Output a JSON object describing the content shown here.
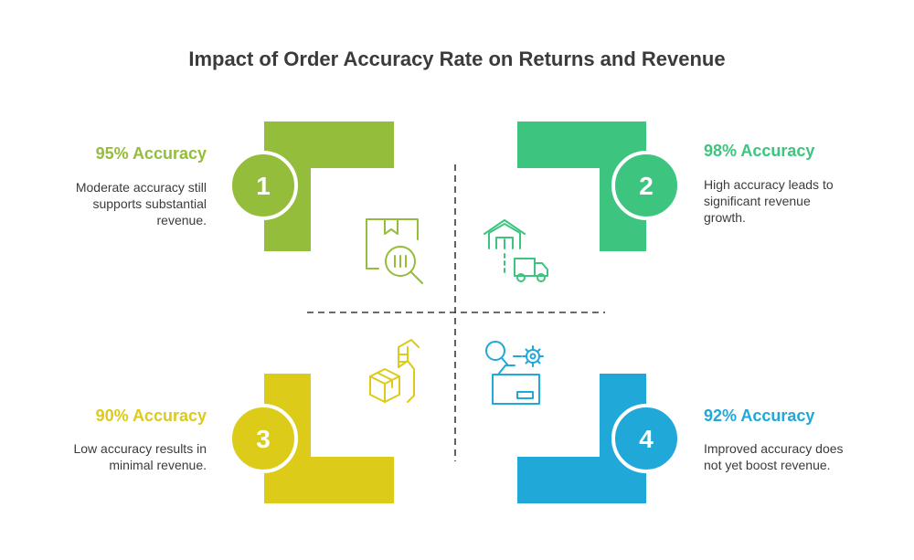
{
  "title": "Impact of Order Accuracy Rate on Returns and Revenue",
  "colors": {
    "green": "#93bd3a",
    "teal": "#3dc47e",
    "yellow": "#dccb18",
    "blue": "#20a8d8",
    "text": "#3b3b3b",
    "dash": "#3b3b3b"
  },
  "quadrants": [
    {
      "number": "1",
      "heading": "95% Accuracy",
      "description": [
        "Moderate accuracy still",
        "supports substantial",
        "revenue."
      ],
      "color": "#93bd3a",
      "icon": "package-inspection-icon"
    },
    {
      "number": "2",
      "heading": "98% Accuracy",
      "description": [
        "High accuracy leads to",
        "significant revenue",
        "growth."
      ],
      "color": "#3dc47e",
      "icon": "warehouse-delivery-icon"
    },
    {
      "number": "3",
      "heading": "90% Accuracy",
      "description": [
        "Low accuracy results in",
        "minimal revenue."
      ],
      "color": "#dccb18",
      "icon": "hand-truck-box-icon"
    },
    {
      "number": "4",
      "heading": "92% Accuracy",
      "description": [
        "Improved accuracy does",
        "not yet boost revenue."
      ],
      "color": "#20a8d8",
      "icon": "search-settings-box-icon"
    }
  ]
}
